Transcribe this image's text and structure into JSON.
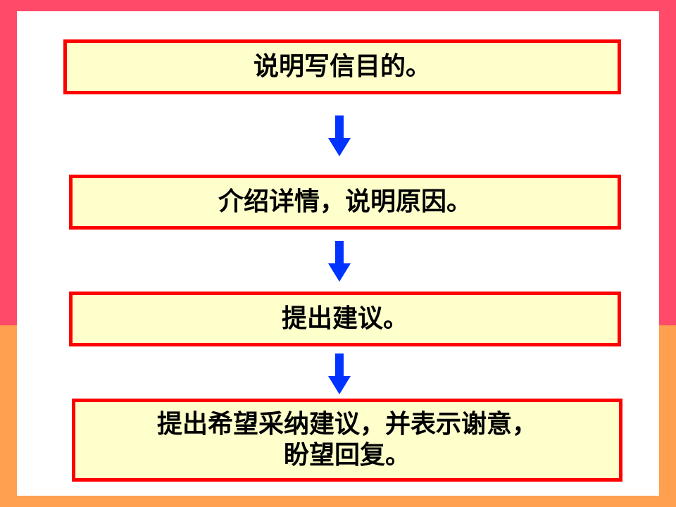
{
  "flow": {
    "steps": [
      {
        "text": "说明写信目的。"
      },
      {
        "text": "介绍详情，说明原因。"
      },
      {
        "text": "提出建议。"
      },
      {
        "text": "提出希望采纳建议，并表示谢意，\n盼望回复。"
      }
    ],
    "colors": {
      "box_fill": "#ffffcc",
      "box_border": "#ff0000",
      "arrow": "#0033ff",
      "background_top": "#ff4a6a",
      "background_bottom": "#ffa050"
    },
    "icons": [
      "arrow-down-icon"
    ]
  }
}
